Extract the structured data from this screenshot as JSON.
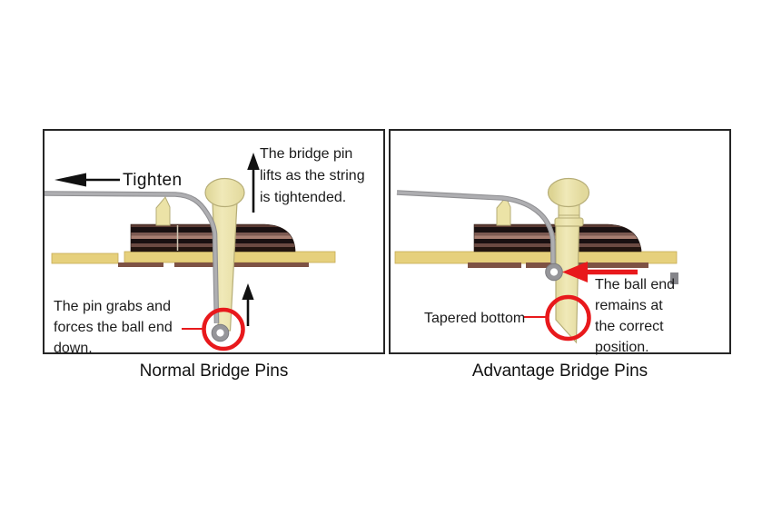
{
  "figure": {
    "type": "instructional-diagram",
    "subject": "Guitar bridge pin comparison"
  },
  "colors": {
    "highlight_red": "#e8191c",
    "pin_cream": "#ece3a7",
    "pin_outline": "#b6ad77",
    "soundboard_tan": "#e6d07c",
    "bridge_plate_brown": "#7e5244",
    "bridge_wood_dark": "#191011",
    "bridge_wood_brown": "#6b4a42",
    "string_gray": "#a7a7a9",
    "text_black": "#1b1b1b",
    "panel_border": "#262626"
  },
  "left_panel": {
    "caption": "Normal Bridge Pins",
    "tighten_label": "Tighten",
    "lift_note": "The bridge pin\nlifts as the string\nis tightended.",
    "grab_note": "The pin grabs and\nforces the ball end\ndown."
  },
  "right_panel": {
    "caption": "Advantage Bridge Pins",
    "tapered_label": "Tapered bottom",
    "ball_note": "The ball end\nremains at\nthe correct\nposition."
  }
}
